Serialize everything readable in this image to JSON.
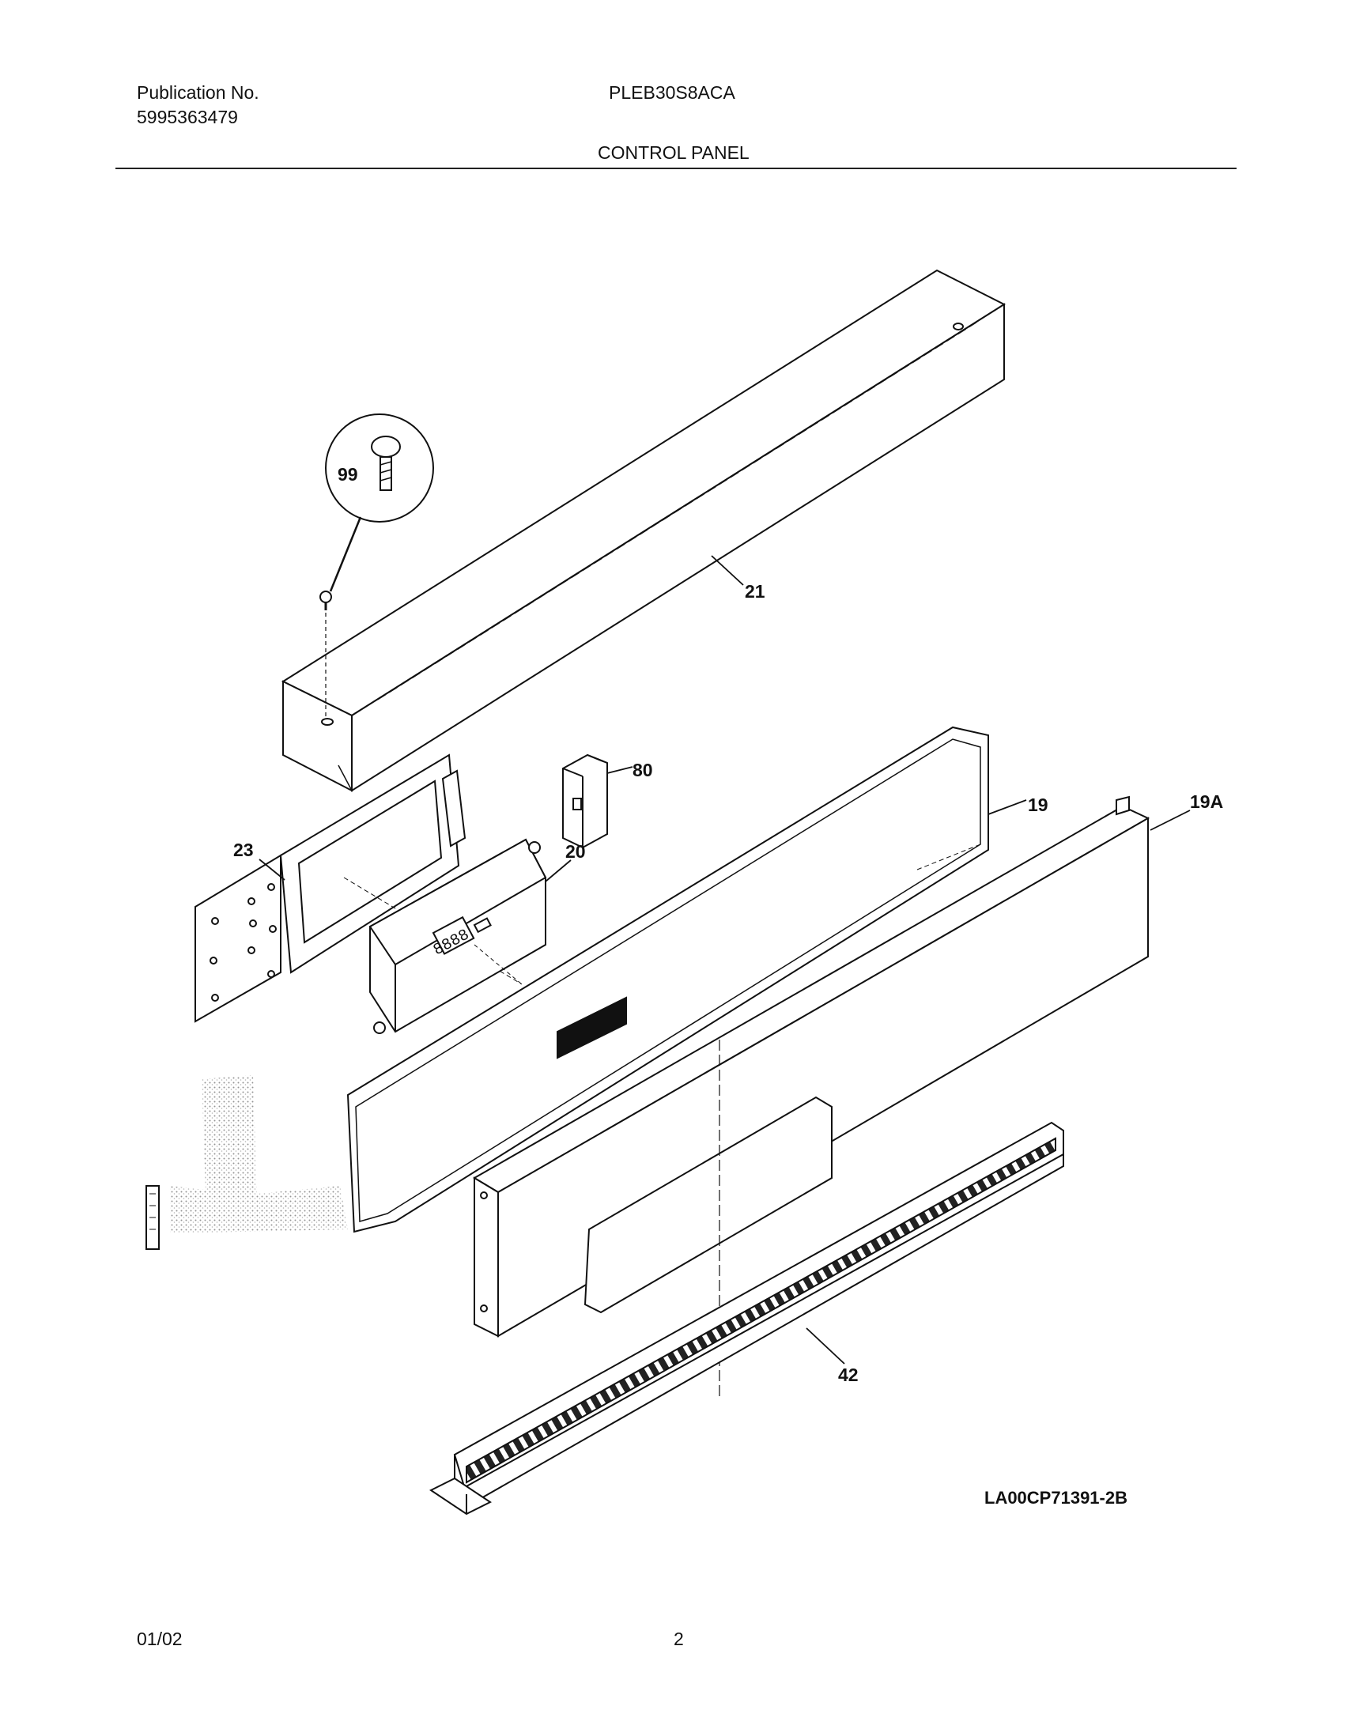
{
  "header": {
    "publication_label": "Publication No.",
    "publication_number": "5995363479",
    "model": "PLEB30S8ACA",
    "section_title": "CONTROL PANEL"
  },
  "diagram": {
    "callouts": {
      "screw": "99",
      "backguard": "21",
      "small_part": "80",
      "panel_19": "19",
      "panel_19a": "19A",
      "bracket_23": "23",
      "clock_board": "20",
      "trim_42": "42"
    },
    "drawing_code": "LA00CP71391-2B"
  },
  "footer": {
    "date": "01/02",
    "page": "2"
  }
}
